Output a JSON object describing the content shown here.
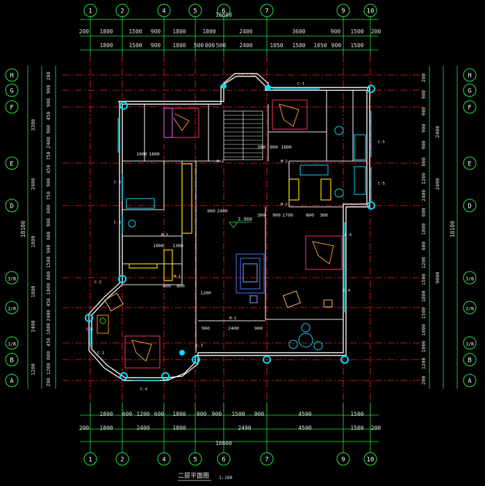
{
  "title": "二层平面图",
  "scale": "1:100",
  "overall_dim": "16600",
  "overall_dim_v": "18100",
  "level": "3.900",
  "grid_cols": [
    "1",
    "2",
    "4",
    "5",
    "6",
    "7",
    "9",
    "10"
  ],
  "grid_rows": [
    "H",
    "G",
    "F",
    "E",
    "D",
    "3/B",
    "2/B",
    "1/B",
    "B",
    "A"
  ],
  "top_dims_1": [
    "200",
    "1800",
    "1500",
    "900",
    "1800",
    "1800",
    "2400",
    "3600",
    "900",
    "1500",
    "200"
  ],
  "top_dims_2": [
    "1800",
    "1500",
    "900",
    "1800",
    "500",
    "800",
    "500",
    "2400",
    "1050",
    "1500",
    "1050",
    "900",
    "1500"
  ],
  "bottom_dims_1": [
    "1800",
    "600",
    "1200",
    "600",
    "1800",
    "900",
    "900",
    "1500",
    "900",
    "4500",
    "1500"
  ],
  "bottom_dims_2": [
    "200",
    "1800",
    "2400",
    "1800",
    "2400",
    "4500",
    "1500",
    "200"
  ],
  "left_dims_outer": [
    "3300",
    "2400",
    "1800",
    "1800",
    "2400",
    "1200"
  ],
  "left_dims_inner": [
    "200",
    "900",
    "900",
    "450",
    "900",
    "2400",
    "750",
    "450",
    "900",
    "750",
    "600",
    "900",
    "600",
    "900",
    "1500",
    "600",
    "1800",
    "450",
    "2400",
    "1800",
    "450",
    "600",
    "1200",
    "200"
  ],
  "right_dims_outer": [
    "2400",
    "2400",
    "9000",
    "18100"
  ],
  "right_dims_inner": [
    "200",
    "900",
    "900",
    "900",
    "900",
    "600",
    "1200",
    "2400",
    "600",
    "1800",
    "600",
    "1200",
    "1500",
    "1800",
    "1500",
    "1000",
    "1000",
    "1200",
    "200"
  ],
  "inner_dims": [
    "1000",
    "1300",
    "800",
    "800",
    "1200",
    "2400",
    "900",
    "900",
    "1000",
    "1800",
    "300",
    "900",
    "1800",
    "300",
    "900",
    "1799",
    "800",
    "300",
    "900",
    "2400"
  ],
  "room_tags": [
    "M-1",
    "M-2",
    "M-2",
    "M-2",
    "M-3",
    "M-3",
    "C-1",
    "C-1",
    "C-2",
    "C-3",
    "C-3",
    "C-4",
    "C-4",
    "C-5",
    "C-5",
    "C-4",
    "C-6",
    "C-7"
  ]
}
